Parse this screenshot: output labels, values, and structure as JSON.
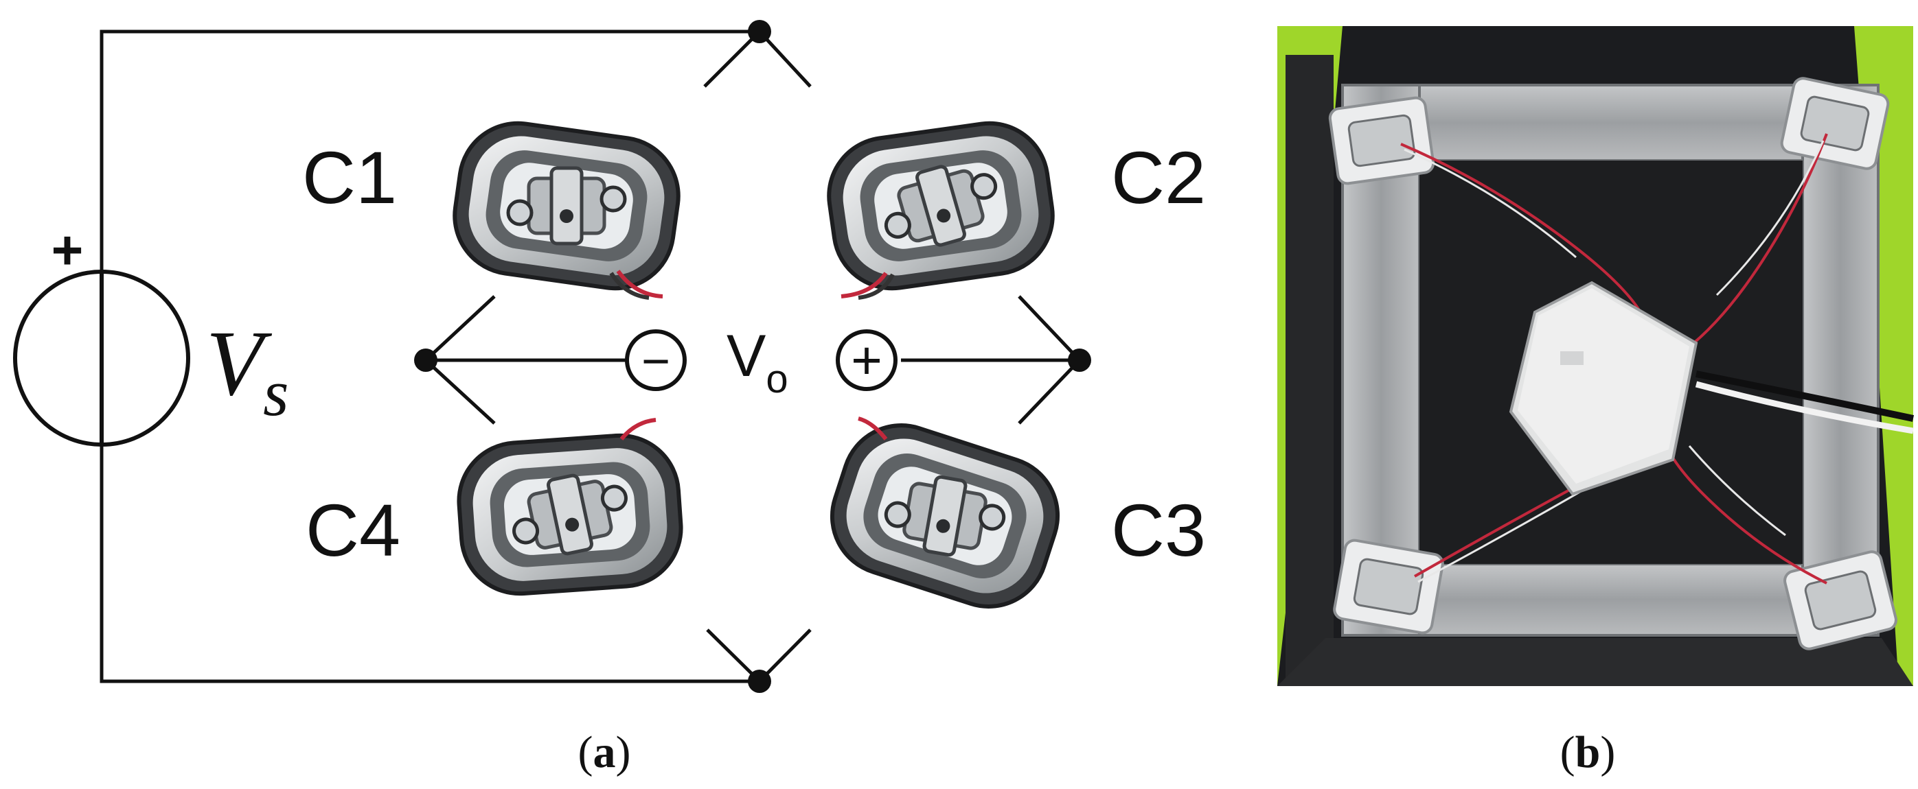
{
  "panel_a": {
    "cells": [
      "C1",
      "C2",
      "C3",
      "C4"
    ],
    "source_symbol": "+",
    "source_label": "V",
    "source_subscript": "s",
    "output_label": "V",
    "output_subscript": "o",
    "minus_symbol": "−",
    "plus_symbol": "+",
    "caption_letter": "a"
  },
  "panel_b": {
    "caption_letter": "b"
  },
  "colors": {
    "platform_green": "#9fd62a",
    "mat_black": "#1b1c1f",
    "frame_steel": "#a5a7a9",
    "box_white": "#e9eaea",
    "wire_red": "#c2283c"
  }
}
